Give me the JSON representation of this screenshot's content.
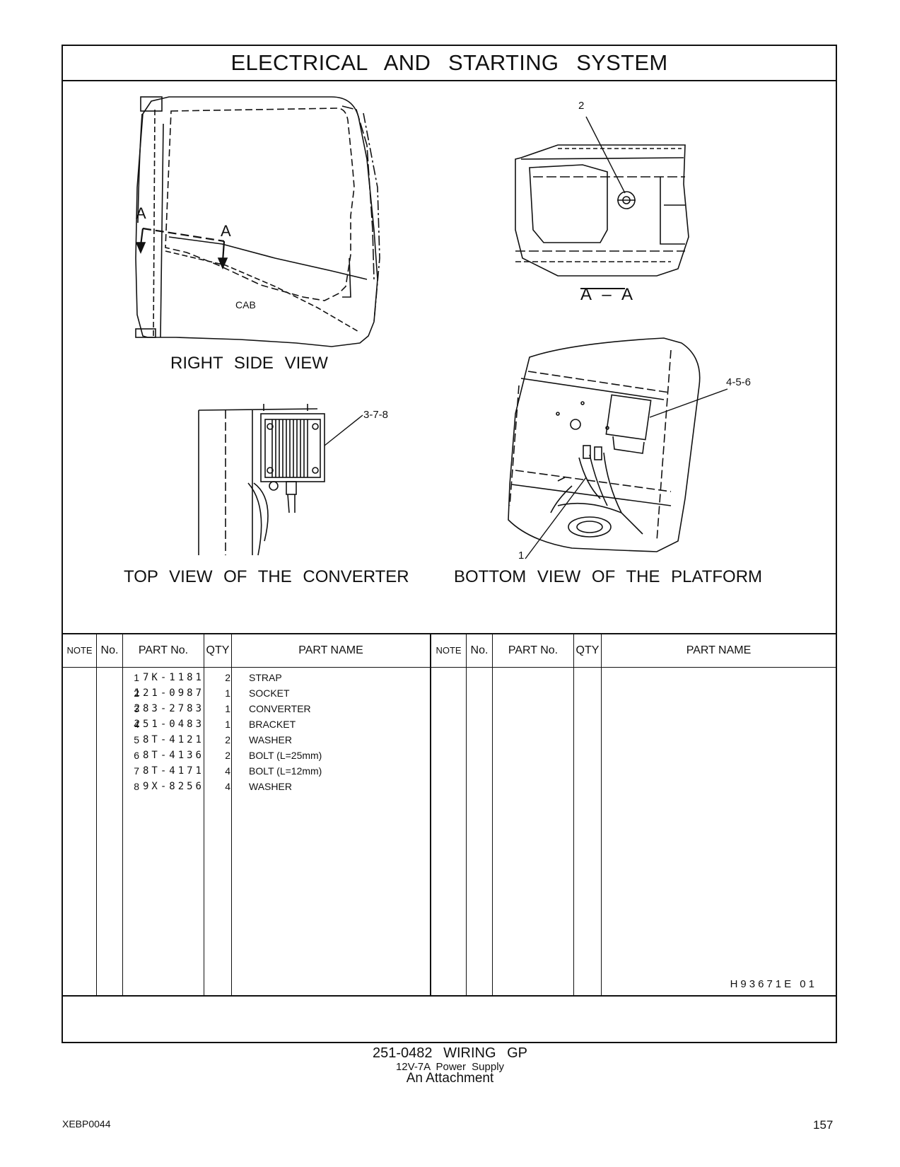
{
  "page_title": "ELECTRICAL AND STARTING SYSTEM",
  "views": {
    "right_side": "RIGHT SIDE VIEW",
    "top_converter": "TOP VIEW OF THE CONVERTER",
    "bottom_platform": "BOTTOM VIEW OF THE PLATFORM",
    "section": "A – A"
  },
  "callouts": {
    "a_left": "A",
    "a_right": "A",
    "cab": "CAB",
    "item_2": "2",
    "item_378": "3-7-8",
    "item_456": "4-5-6",
    "item_1": "1"
  },
  "table": {
    "headers": {
      "note": "NOTE",
      "no": "No.",
      "part_no": "PART No.",
      "qty": "QTY",
      "part_name": "PART NAME"
    },
    "rows": [
      {
        "no": "1",
        "part_no": "7K-1181",
        "qty": "2",
        "name": "STRAP"
      },
      {
        "no": "2",
        "part_no": "121-0987",
        "qty": "1",
        "name": "SOCKET"
      },
      {
        "no": "3",
        "part_no": "283-2783",
        "qty": "1",
        "name": "CONVERTER"
      },
      {
        "no": "4",
        "part_no": "251-0483",
        "qty": "1",
        "name": "BRACKET"
      },
      {
        "no": "5",
        "part_no": "8T-4121",
        "qty": "2",
        "name": "WASHER"
      },
      {
        "no": "6",
        "part_no": "8T-4136",
        "qty": "2",
        "name": "BOLT (L=25mm)"
      },
      {
        "no": "7",
        "part_no": "8T-4171",
        "qty": "4",
        "name": "BOLT (L=12mm)"
      },
      {
        "no": "8",
        "part_no": "9X-8256",
        "qty": "4",
        "name": "WASHER"
      }
    ]
  },
  "illustration_code": "H93671E 01",
  "footer": {
    "group": "251-0482 WIRING GP",
    "desc": "12V-7A Power Supply",
    "type": "An Attachment"
  },
  "doc_id": "XEBP0044",
  "page_number": "157"
}
